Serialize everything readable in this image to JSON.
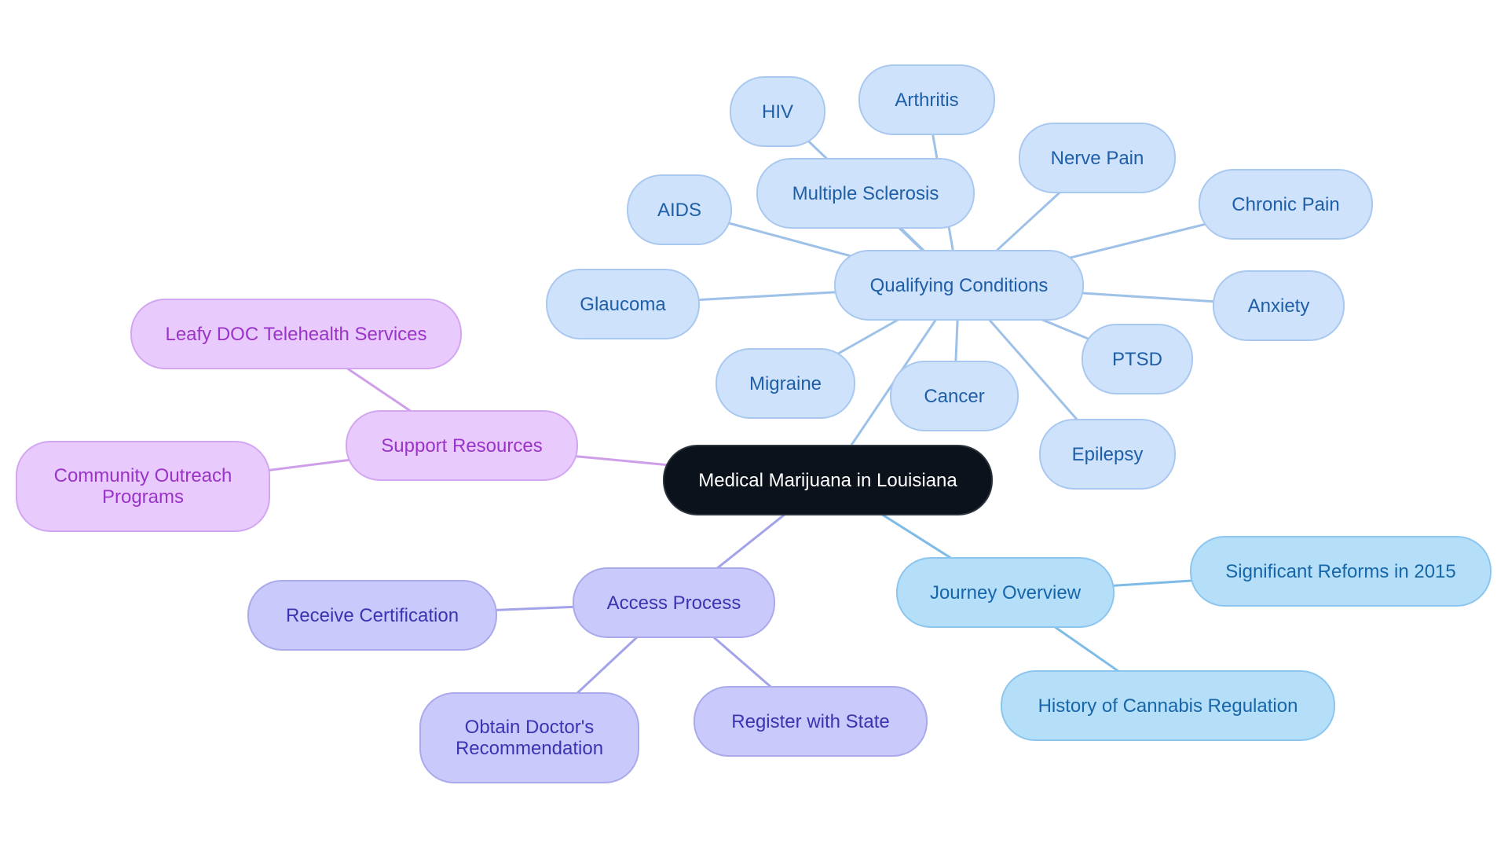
{
  "diagram": {
    "root": {
      "label": "Medical Marijuana in Louisiana",
      "fill": "#0b121b",
      "stroke": "#2a323c",
      "text": "#ffffff"
    },
    "branches": [
      {
        "label": "Qualifying Conditions",
        "fill": "#cfe2fb",
        "stroke": "#a9c8f0",
        "text": "#1f5fa8",
        "edge": "#9ec1e8",
        "children": [
          "Multiple Sclerosis",
          "HIV",
          "Arthritis",
          "Nerve Pain",
          "Chronic Pain",
          "Anxiety",
          "PTSD",
          "Epilepsy",
          "Cancer",
          "Migraine",
          "Glaucoma",
          "AIDS"
        ]
      },
      {
        "label": "Support Resources",
        "fill": "#e8cafc",
        "stroke": "#d2a6f1",
        "text": "#9a34c8",
        "edge": "#cf9ee9",
        "children": [
          "Leafy DOC Telehealth Services",
          "Community Outreach\nPrograms"
        ]
      },
      {
        "label": "Access Process",
        "fill": "#c9c9fc",
        "stroke": "#a9a9ec",
        "text": "#3a34b0",
        "edge": "#a3a3ea",
        "children": [
          "Receive Certification",
          "Obtain Doctor's\nRecommendation",
          "Register with State"
        ]
      },
      {
        "label": "Journey Overview",
        "fill": "#b5def9",
        "stroke": "#8cc6ef",
        "text": "#1766a8",
        "edge": "#7ebbe6",
        "children": [
          "Significant Reforms in 2015",
          "History of Cannabis Regulation"
        ]
      }
    ]
  }
}
